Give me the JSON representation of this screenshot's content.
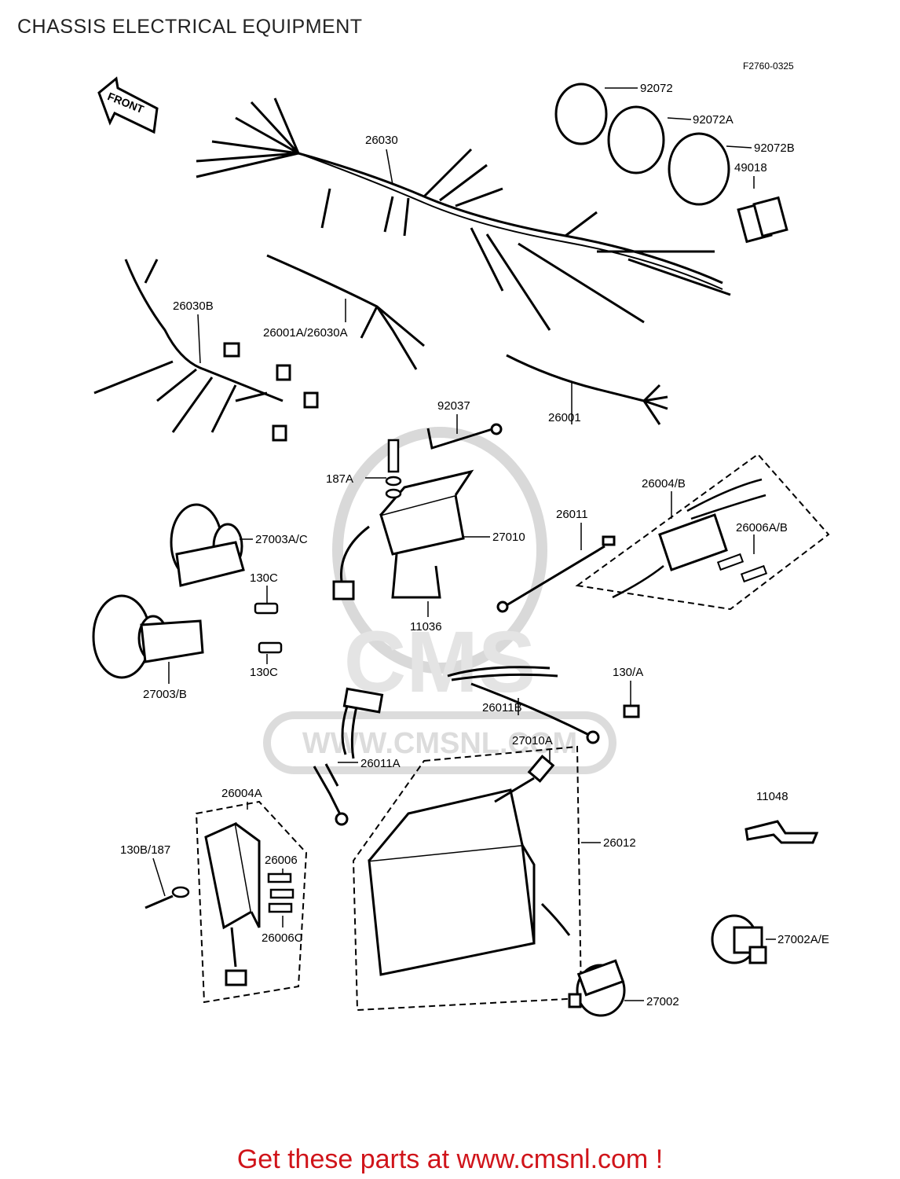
{
  "title": "CHASSIS ELECTRICAL EQUIPMENT",
  "figure_code": "F2760-0325",
  "front_arrow_label": "FRONT",
  "watermark": {
    "logo_text": "CMS",
    "url_text": "WWW.CMSNL.COM"
  },
  "footer": {
    "text": "Get these parts at www.cmsnl.com !",
    "color": "#d0141a"
  },
  "parts": [
    {
      "id": "p-92072",
      "label": "92072"
    },
    {
      "id": "p-92072a",
      "label": "92072A"
    },
    {
      "id": "p-92072b",
      "label": "92072B"
    },
    {
      "id": "p-49018",
      "label": "49018"
    },
    {
      "id": "p-26030",
      "label": "26030"
    },
    {
      "id": "p-26030b",
      "label": "26030B"
    },
    {
      "id": "p-26001a",
      "label": "26001A/26030A"
    },
    {
      "id": "p-26001",
      "label": "26001"
    },
    {
      "id": "p-92037",
      "label": "92037"
    },
    {
      "id": "p-187a",
      "label": "187A"
    },
    {
      "id": "p-26004b",
      "label": "26004/B"
    },
    {
      "id": "p-26006ab",
      "label": "26006A/B"
    },
    {
      "id": "p-26011",
      "label": "26011"
    },
    {
      "id": "p-27010",
      "label": "27010"
    },
    {
      "id": "p-27003ac",
      "label": "27003A/C"
    },
    {
      "id": "p-130c-1",
      "label": "130C"
    },
    {
      "id": "p-130c-2",
      "label": "130C"
    },
    {
      "id": "p-11036",
      "label": "11036"
    },
    {
      "id": "p-27003b",
      "label": "27003/B"
    },
    {
      "id": "p-130a",
      "label": "130/A"
    },
    {
      "id": "p-26011b",
      "label": "26011B"
    },
    {
      "id": "p-27010a",
      "label": "27010A"
    },
    {
      "id": "p-26011a",
      "label": "26011A"
    },
    {
      "id": "p-26004a",
      "label": "26004A"
    },
    {
      "id": "p-11048",
      "label": "11048"
    },
    {
      "id": "p-130b187",
      "label": "130B/187"
    },
    {
      "id": "p-26006",
      "label": "26006"
    },
    {
      "id": "p-26012",
      "label": "26012"
    },
    {
      "id": "p-26006c",
      "label": "26006C"
    },
    {
      "id": "p-27002ab",
      "label": "27002A/E"
    },
    {
      "id": "p-27002",
      "label": "27002"
    }
  ]
}
